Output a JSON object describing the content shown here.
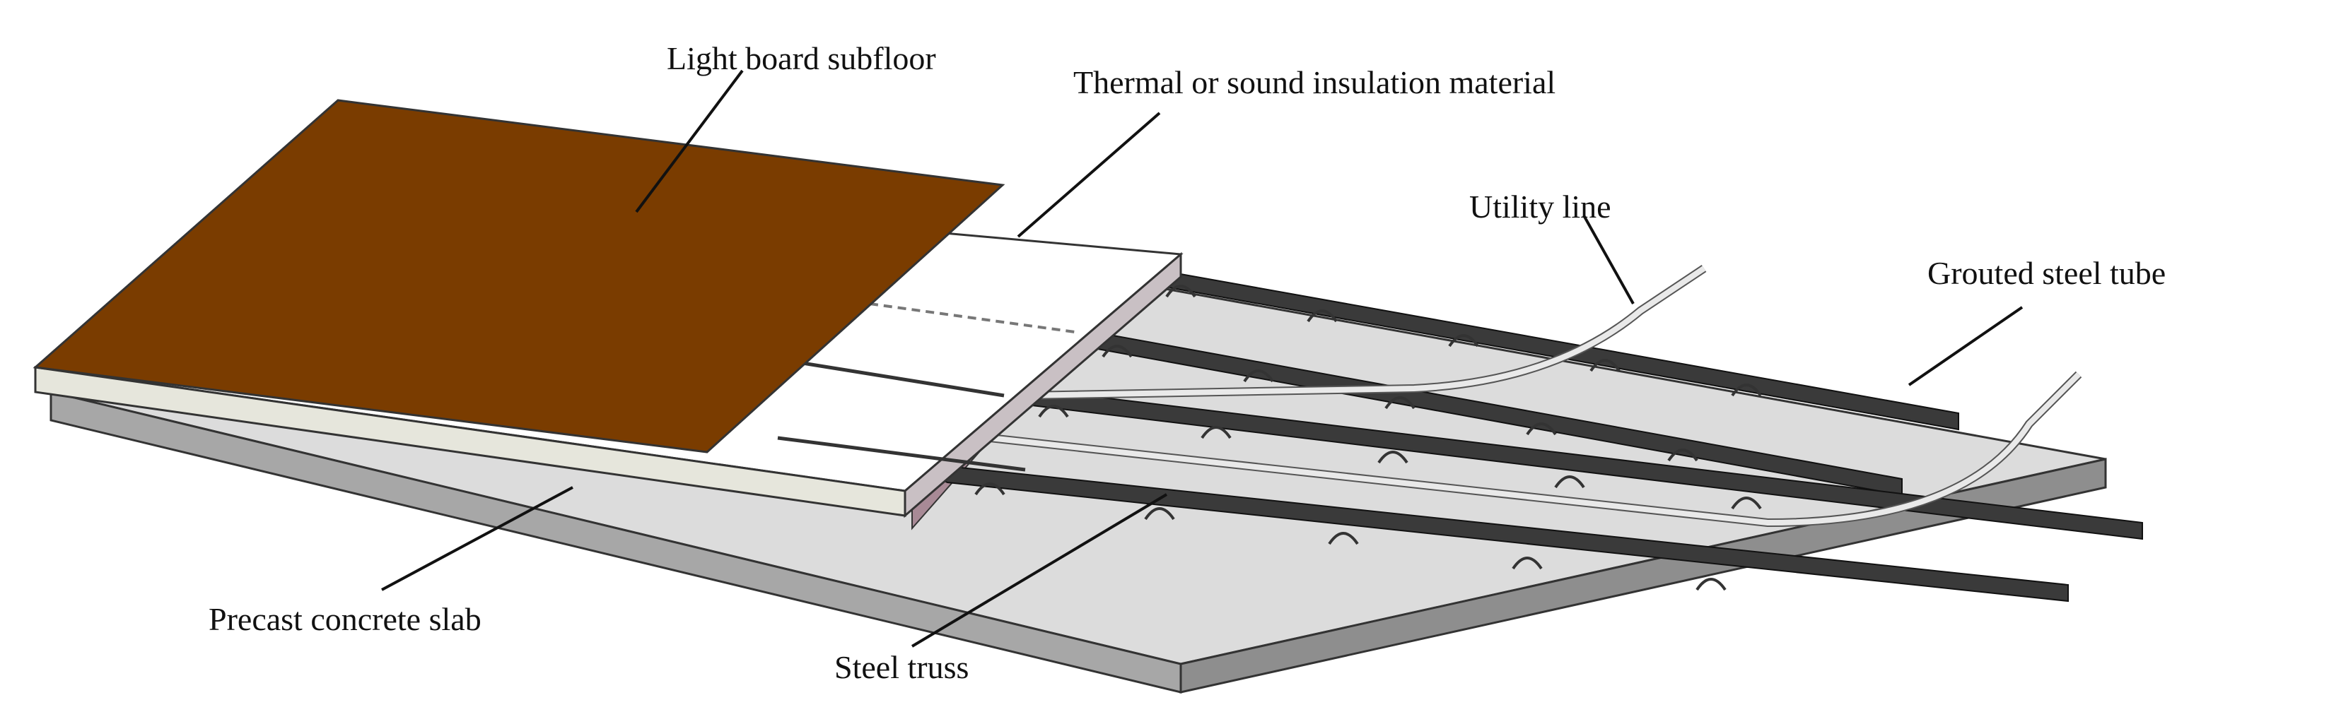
{
  "labels": {
    "light_board_subfloor": "Light board subfloor",
    "insulation": "Thermal or sound insulation material",
    "utility_line": "Utility line",
    "grouted_steel_tube": "Grouted steel tube",
    "precast_concrete_slab": "Precast concrete slab",
    "steel_truss": "Steel truss"
  },
  "colors": {
    "subfloor": "#7a3c00",
    "slab_top": "#dcdcdc",
    "slab_side": "#a7a7a7",
    "insulation": "#ffffff",
    "insulation_side": "#e6e6dc",
    "tube": "#3a3a3a",
    "utility": "#e9e9e9"
  }
}
